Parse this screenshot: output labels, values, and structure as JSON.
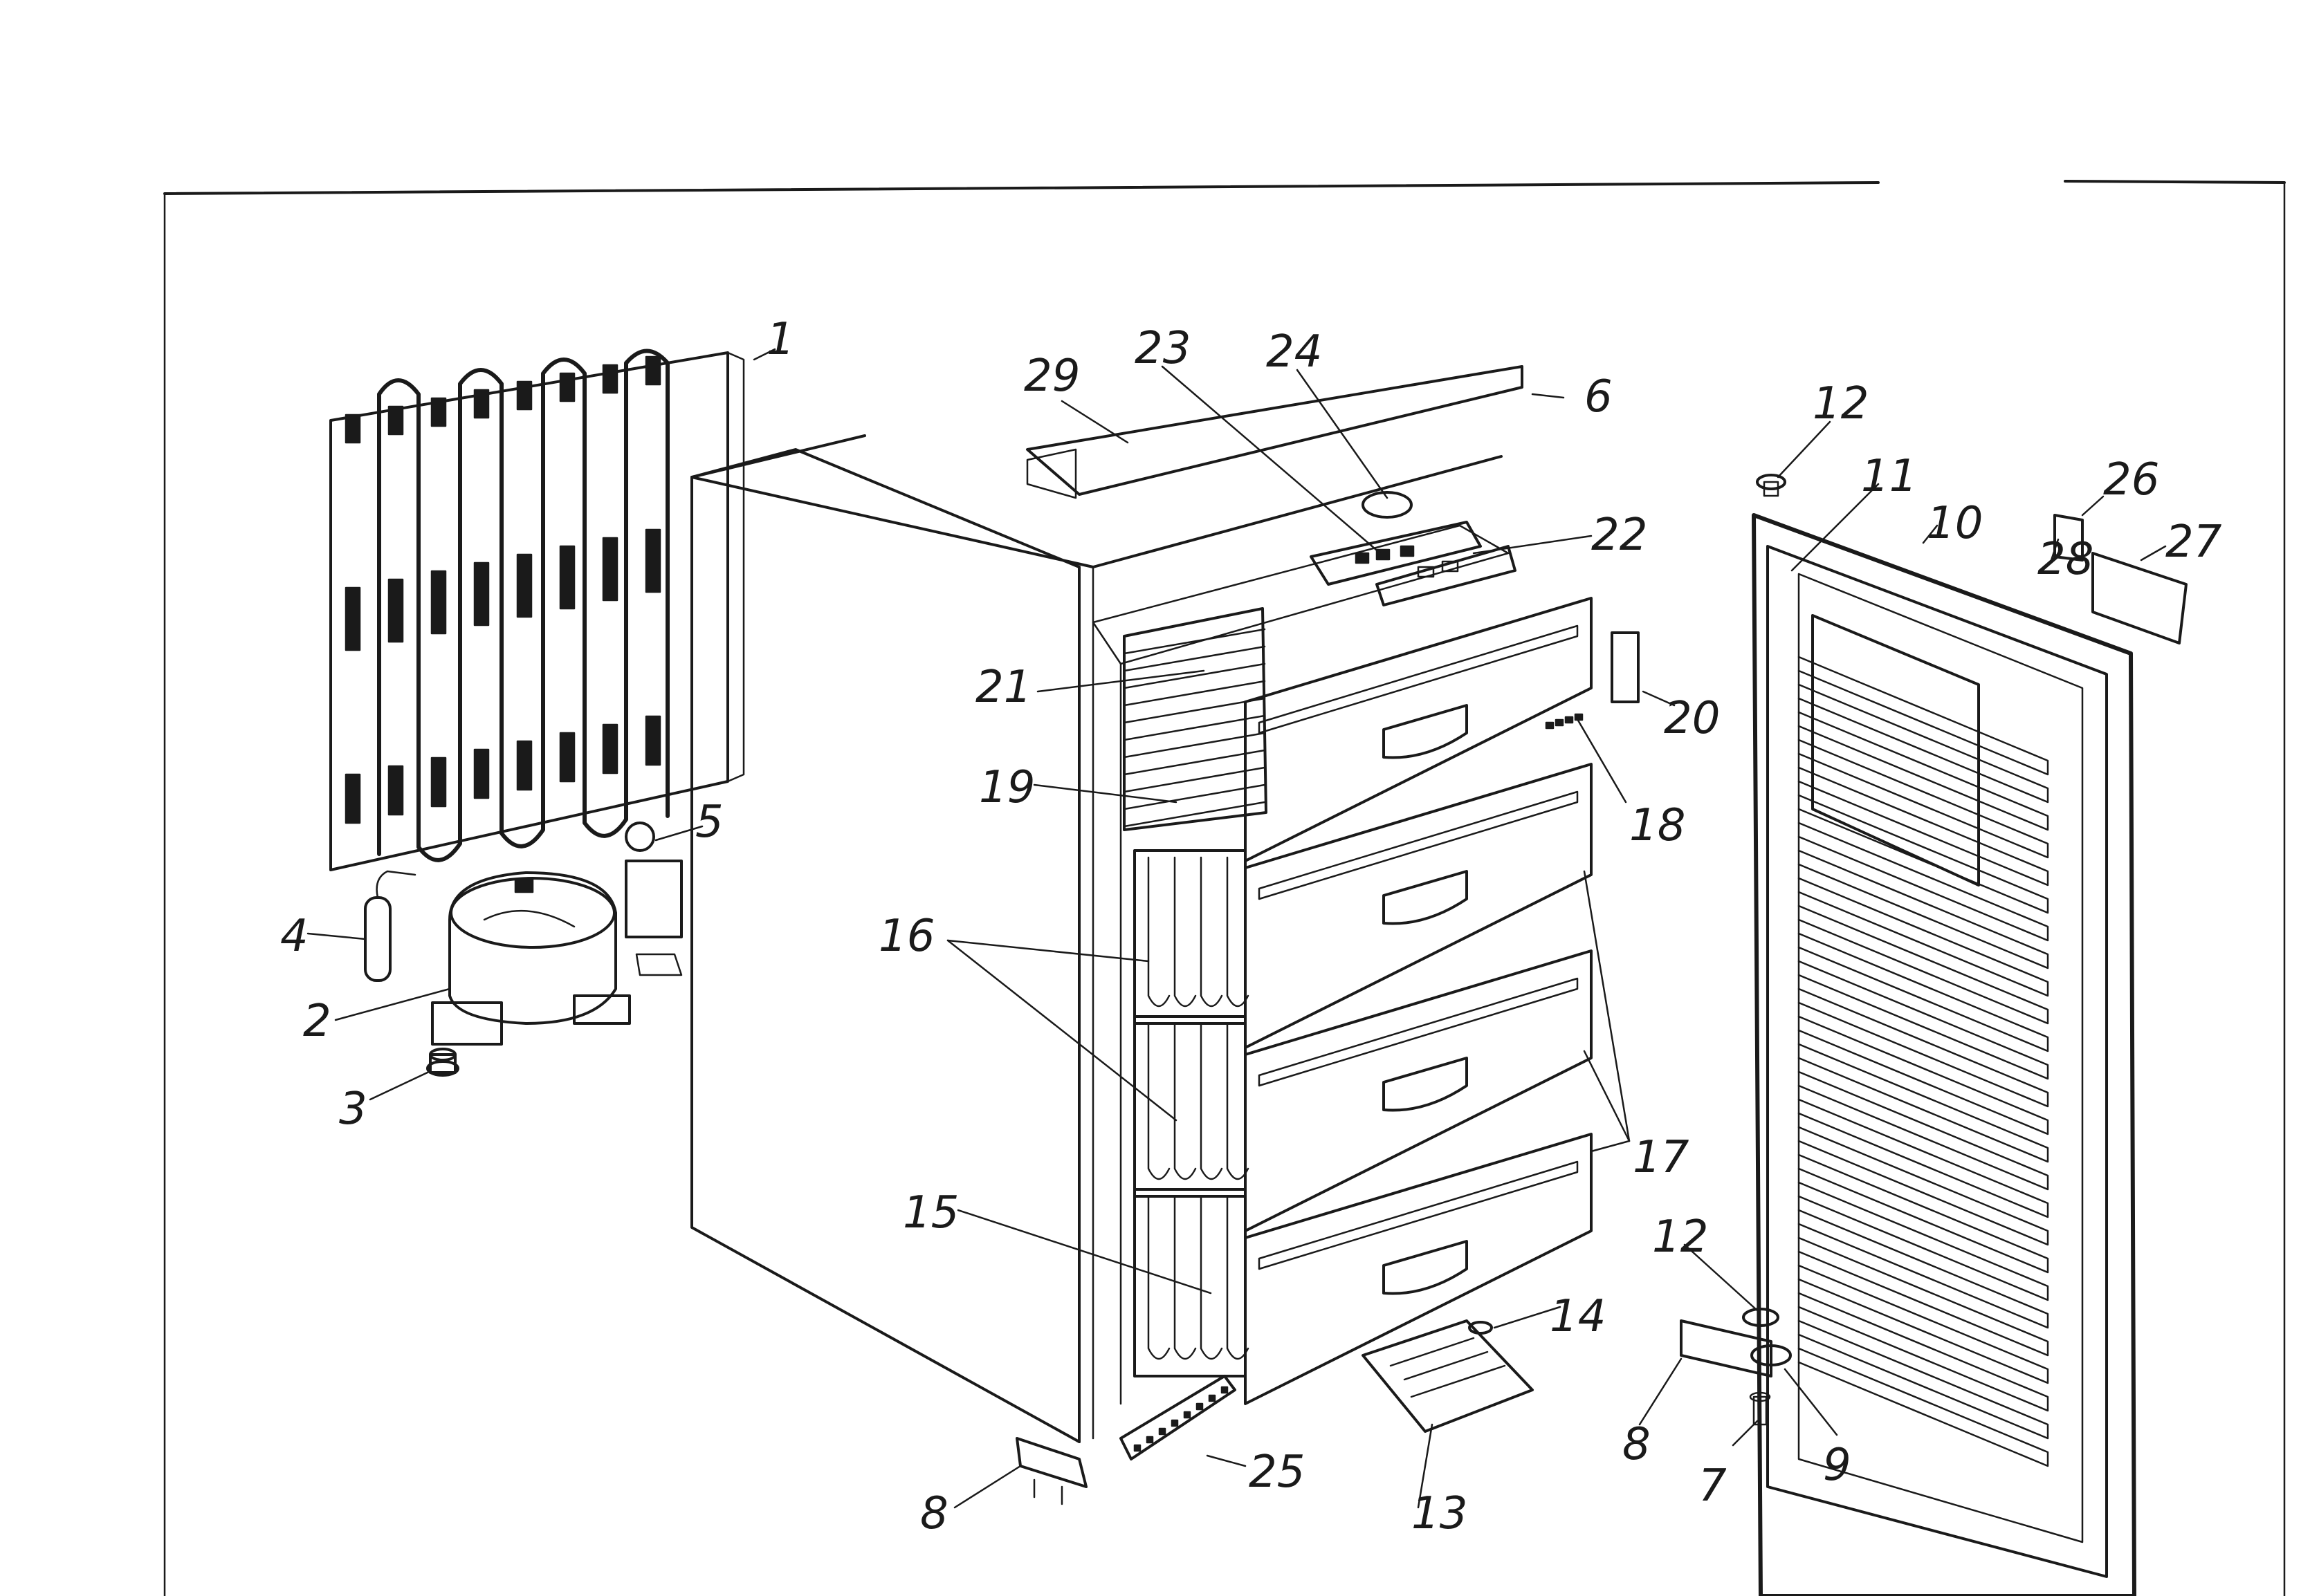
{
  "figure": {
    "title": "",
    "callouts": [
      {
        "id": "c1",
        "label": "1"
      },
      {
        "id": "c2",
        "label": "2"
      },
      {
        "id": "c3",
        "label": "3"
      },
      {
        "id": "c4",
        "label": "4"
      },
      {
        "id": "c5",
        "label": "5"
      },
      {
        "id": "c6",
        "label": "6"
      },
      {
        "id": "c7",
        "label": "7"
      },
      {
        "id": "c8a",
        "label": "8"
      },
      {
        "id": "c8b",
        "label": "8"
      },
      {
        "id": "c9",
        "label": "9"
      },
      {
        "id": "c10",
        "label": "10"
      },
      {
        "id": "c11",
        "label": "11"
      },
      {
        "id": "c12a",
        "label": "12"
      },
      {
        "id": "c12b",
        "label": "12"
      },
      {
        "id": "c13",
        "label": "13"
      },
      {
        "id": "c14",
        "label": "14"
      },
      {
        "id": "c15",
        "label": "15"
      },
      {
        "id": "c16",
        "label": "16"
      },
      {
        "id": "c17",
        "label": "17"
      },
      {
        "id": "c18",
        "label": "18"
      },
      {
        "id": "c19",
        "label": "19"
      },
      {
        "id": "c20",
        "label": "20"
      },
      {
        "id": "c21",
        "label": "21"
      },
      {
        "id": "c22",
        "label": "22"
      },
      {
        "id": "c23",
        "label": "23"
      },
      {
        "id": "c24",
        "label": "24"
      },
      {
        "id": "c25",
        "label": "25"
      },
      {
        "id": "c26",
        "label": "26"
      },
      {
        "id": "c27",
        "label": "27"
      },
      {
        "id": "c28",
        "label": "28"
      },
      {
        "id": "c29",
        "label": "29"
      }
    ]
  }
}
